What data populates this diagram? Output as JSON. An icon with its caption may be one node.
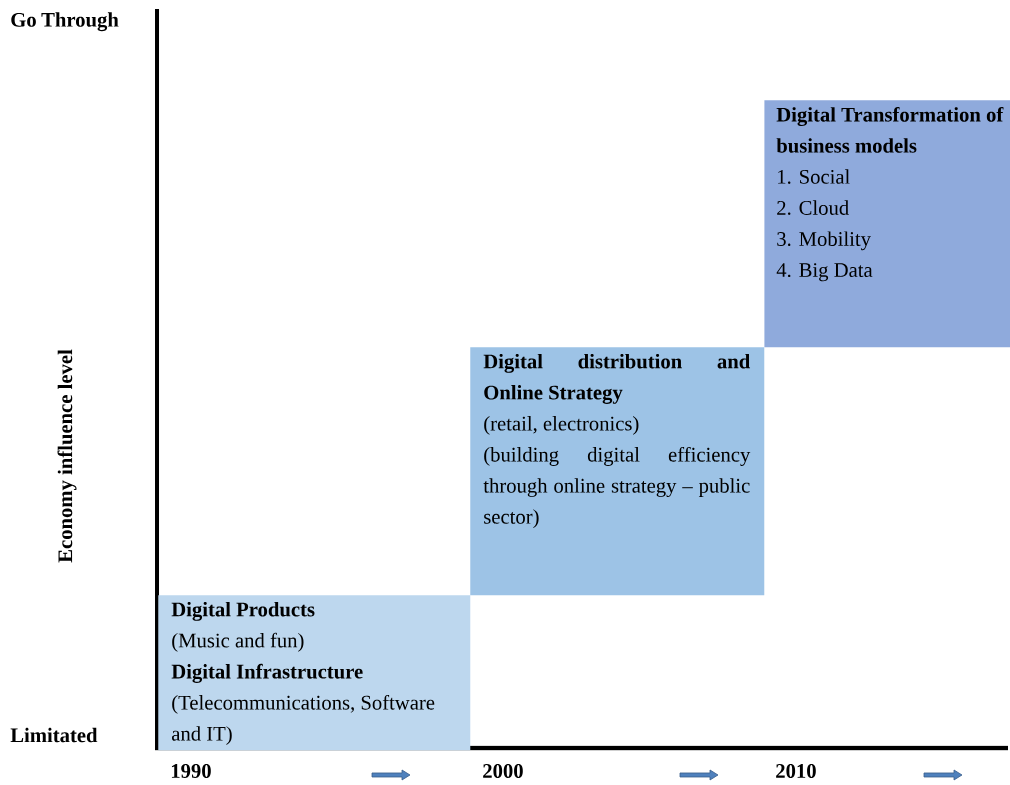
{
  "diagram": {
    "nodes": [
      {
        "text": [
          "Digital Products",
          "(Music and fun)",
          "Digital Infrastructure",
          "(Telecommunications, Software and IT)"
        ]
      },
      {
        "text": [
          "Digital distribution and Online Strategy",
          "(retail, electronics)",
          "(building digital efficiency through online strategy – public sector)"
        ]
      },
      {
        "text": [
          "Digital Transformation of business models",
          "1. Social",
          "2. Cloud",
          "3. Mobility",
          "4. Big Data"
        ]
      }
    ],
    "labels": [
      "Go Through",
      "Economy influence level",
      "Limitated",
      "1990",
      "2000",
      "2010"
    ]
  }
}
